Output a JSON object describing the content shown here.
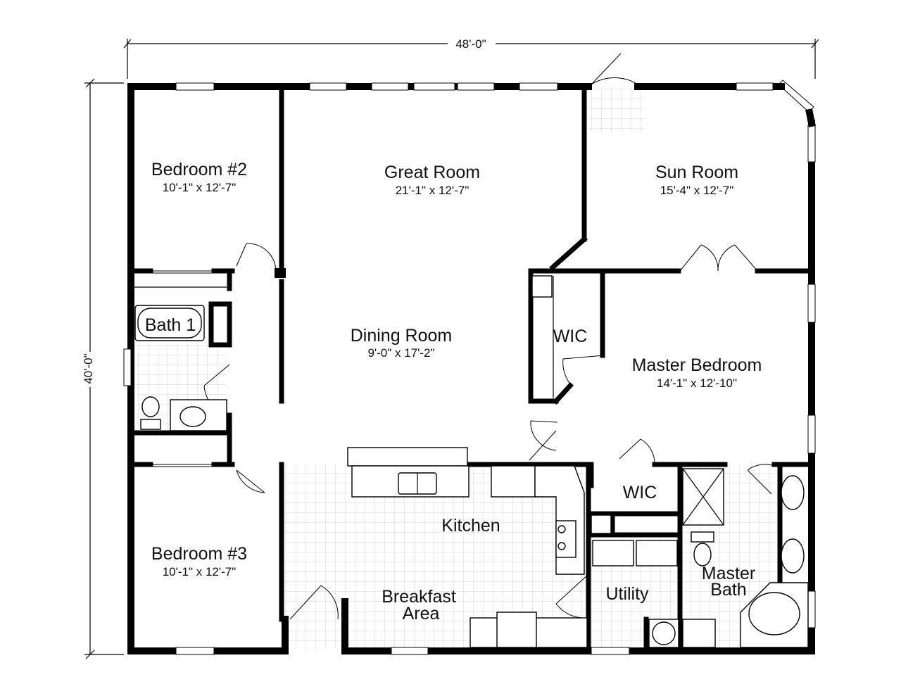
{
  "overall": {
    "width_label": "48'-0\"",
    "depth_label": "40'-0\""
  },
  "rooms": {
    "bedroom2": {
      "name": "Bedroom #2",
      "size": "10'-1\" x 12'-7\""
    },
    "great_room": {
      "name": "Great Room",
      "size": "21'-1\" x 12'-7\""
    },
    "sun_room": {
      "name": "Sun Room",
      "size": "15'-4\" x 12'-7\""
    },
    "bath1": {
      "name": "Bath 1"
    },
    "dining_room": {
      "name": "Dining Room",
      "size": "9'-0\" x 17'-2\""
    },
    "wic_master": {
      "name": "WIC"
    },
    "master_bedroom": {
      "name": "Master Bedroom",
      "size": "14'-1\" x 12'-10\""
    },
    "kitchen": {
      "name": "Kitchen"
    },
    "wic_utility": {
      "name": "WIC"
    },
    "bedroom3": {
      "name": "Bedroom #3",
      "size": "10'-1\" x 12'-7\""
    },
    "breakfast": {
      "name_line1": "Breakfast",
      "name_line2": "Area"
    },
    "utility": {
      "name": "Utility"
    },
    "master_bath": {
      "name_line1": "Master",
      "name_line2": "Bath"
    }
  },
  "colors": {
    "wall": "#000000",
    "background": "#ffffff",
    "tile_grid": "#cccccc"
  }
}
